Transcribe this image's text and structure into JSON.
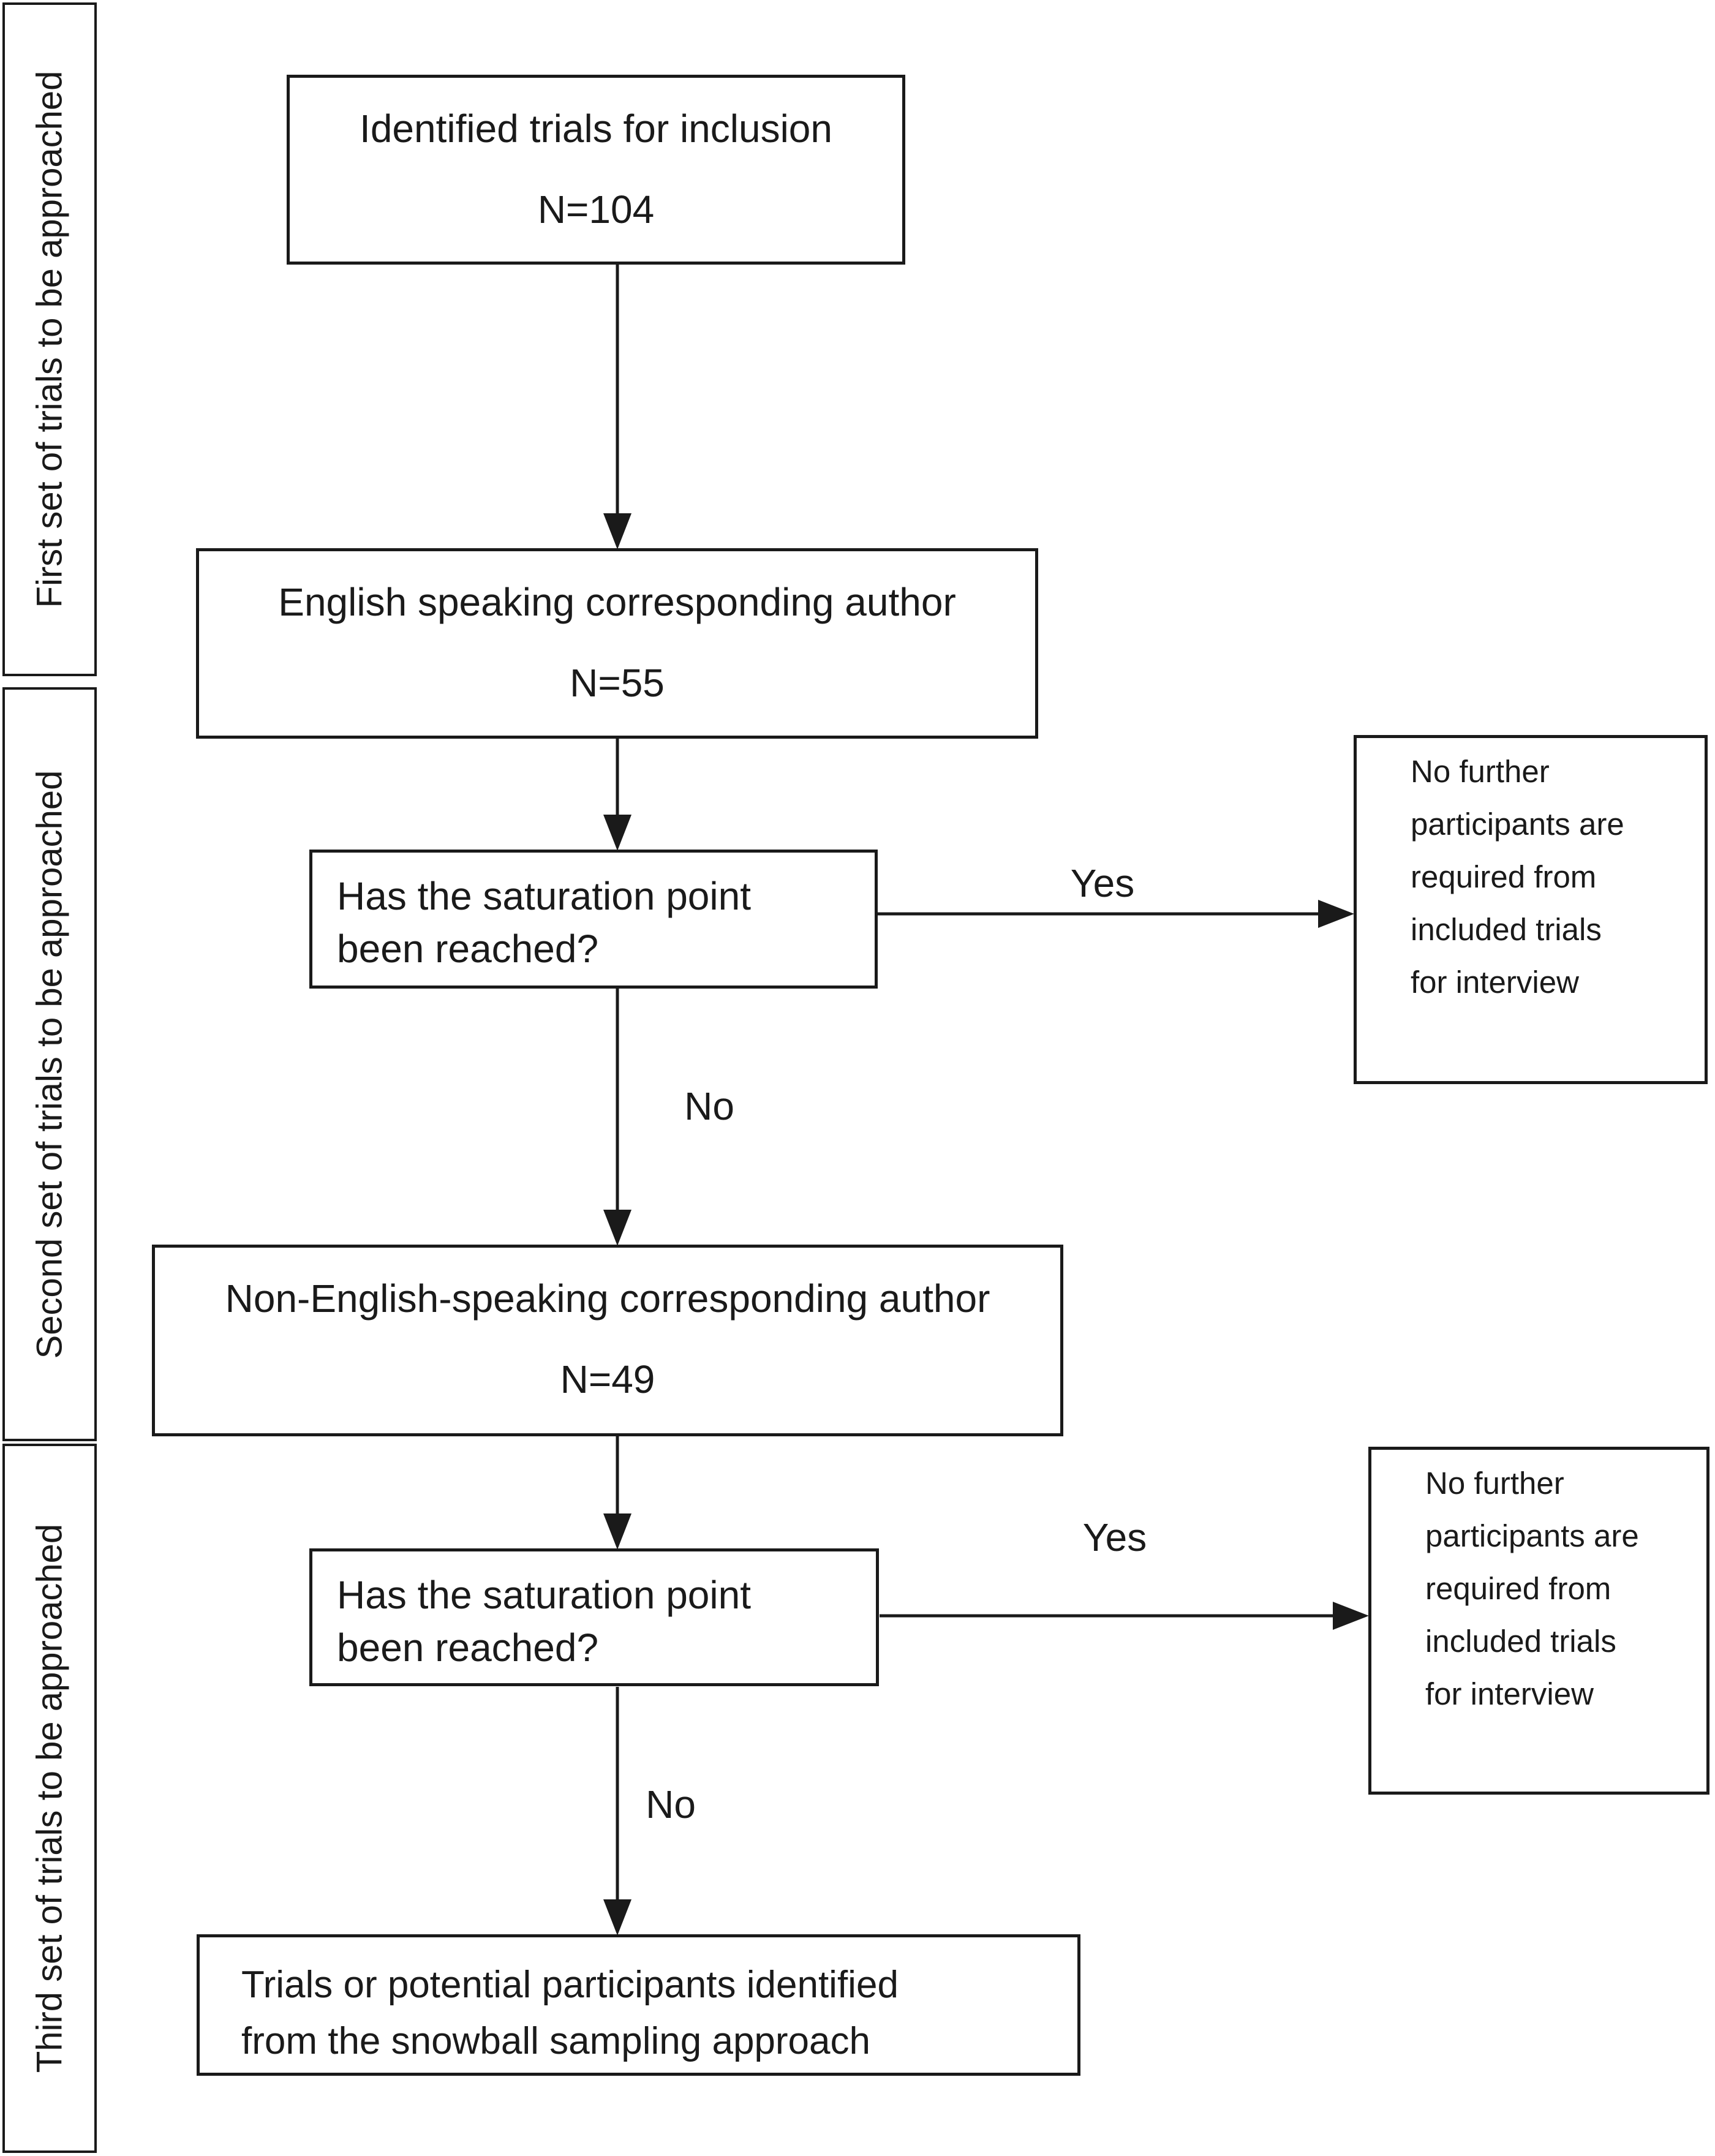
{
  "figure": {
    "background": "#ffffff",
    "line_color": "#1a1a1a"
  },
  "sidebar": {
    "items": [
      {
        "label": "First set of trials to be approached"
      },
      {
        "label": "Second set of trials to be approached"
      },
      {
        "label": "Third set of trials to be approached"
      }
    ]
  },
  "flowchart": {
    "identified": {
      "title": "Identified trials for inclusion",
      "count": "N=104"
    },
    "english": {
      "title": "English speaking corresponding author",
      "count": "N=55"
    },
    "saturation1": {
      "line1": "Has the saturation point",
      "line2": "been reached?"
    },
    "no_further1": {
      "lines": [
        "No further",
        "participants are",
        "required from",
        "included trials",
        "for interview"
      ]
    },
    "non_english": {
      "title": "Non-English-speaking corresponding author",
      "count": "N=49"
    },
    "saturation2": {
      "line1": "Has the saturation point",
      "line2": "been reached?"
    },
    "no_further2": {
      "lines": [
        "No further",
        "participants are",
        "required from",
        "included trials",
        "for interview"
      ]
    },
    "snowball": {
      "line1": "Trials or potential participants identified",
      "line2": "from the snowball sampling approach"
    }
  },
  "edge_labels": {
    "yes1": "Yes",
    "no1": "No",
    "yes2": "Yes",
    "no2": "No"
  }
}
